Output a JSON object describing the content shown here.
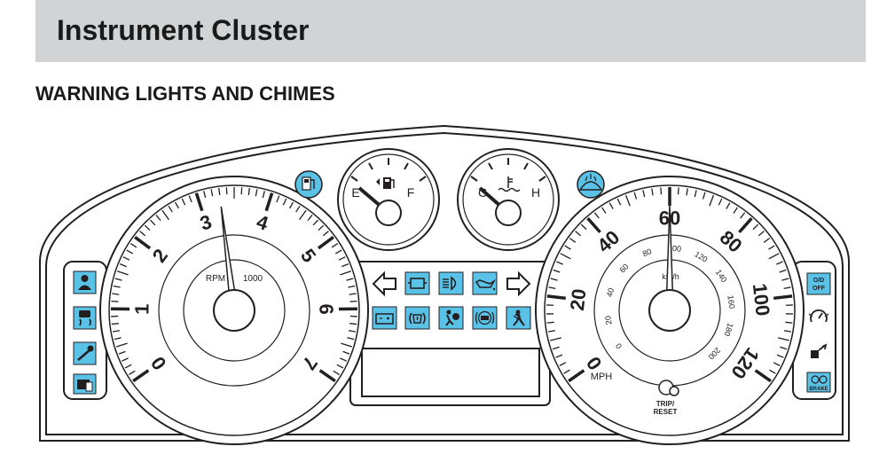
{
  "page": {
    "title": "Instrument Cluster",
    "subheading": "WARNING LIGHTS AND CHIMES"
  },
  "colors": {
    "indicator_fill": "#5bc2e7",
    "line": "#231f20",
    "header_bar": "#d1d3d4"
  },
  "tachometer": {
    "ticks": [
      "0",
      "1",
      "2",
      "3",
      "4",
      "5",
      "6",
      "7"
    ],
    "unit_label": "RPM",
    "multiplier": "1000",
    "needle_value": 3.3
  },
  "speedometer": {
    "mph_ticks": [
      "0",
      "20",
      "40",
      "60",
      "80",
      "100",
      "120"
    ],
    "kmh_ticks": [
      "0",
      "20",
      "40",
      "60",
      "80",
      "100",
      "120",
      "140",
      "160",
      "180",
      "200"
    ],
    "mph_label": "MPH",
    "kmh_label": "km/h",
    "needle_value": 60,
    "trip_reset_label": [
      "TRIP/",
      "RESET"
    ]
  },
  "fuel_gauge": {
    "empty": "E",
    "full": "F"
  },
  "temp_gauge": {
    "cold": "C",
    "hot": "H"
  },
  "right_panel": {
    "od_off": [
      "O/D",
      "OFF"
    ],
    "brake": "BRAKE"
  },
  "icons": {
    "left_panel": [
      "occupant-sensor-icon",
      "traction-control-icon",
      "service-wrench-icon",
      "door-ajar-icon"
    ],
    "center_top": [
      "left-turn-arrow-icon",
      "check-engine-icon",
      "high-beam-icon",
      "oil-pressure-icon",
      "right-turn-arrow-icon"
    ],
    "center_bottom": [
      "battery-icon",
      "tire-pressure-icon",
      "airbag-icon",
      "abs-icon",
      "seatbelt-icon"
    ],
    "right_panel": [
      "od-off-icon",
      "cruise-control-icon",
      "powertrain-fault-icon",
      "brake-icon"
    ],
    "gauge_side": [
      "low-fuel-icon",
      "washer-fluid-icon"
    ]
  }
}
